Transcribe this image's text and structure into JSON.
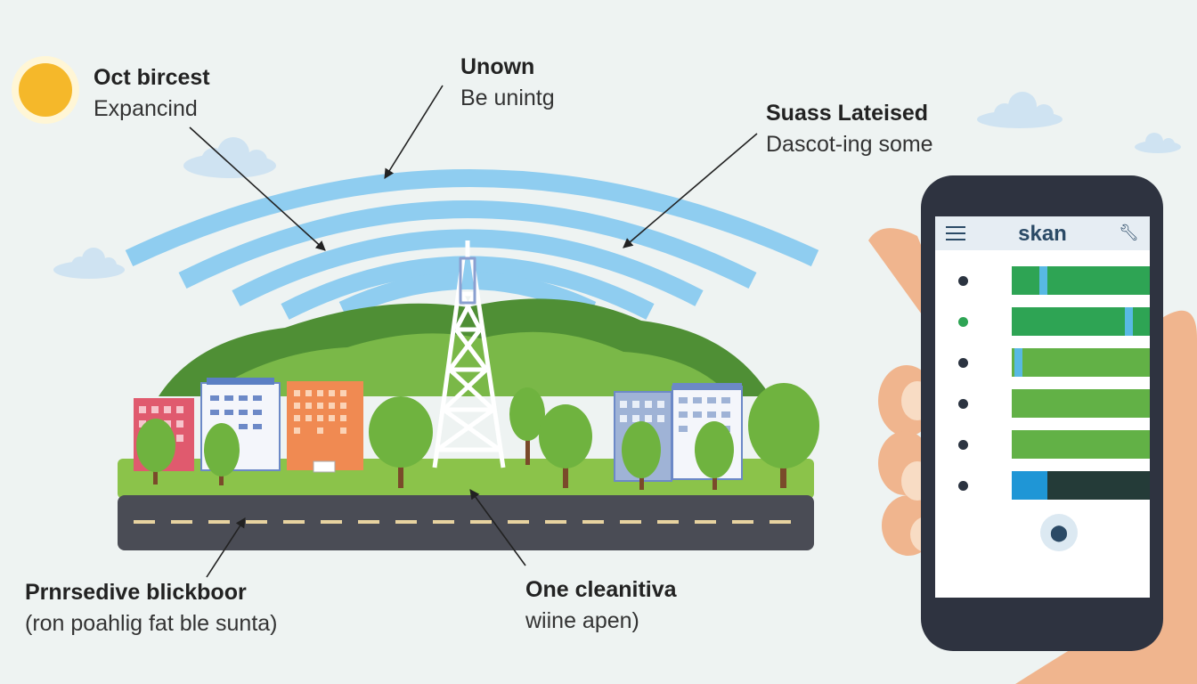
{
  "labels": {
    "top_left": {
      "title": "Oct bircest",
      "subtitle": "Expancind"
    },
    "top_center": {
      "title": "Unown",
      "subtitle": "Be unintg"
    },
    "top_right": {
      "title": "Suass Lateised",
      "subtitle": "Dascot-ing some"
    },
    "bottom_left": {
      "title": "Prnrsedive blickboor",
      "subtitle": "(ron poahlig fat ble sunta)"
    },
    "bottom_center": {
      "title": "One cleanitiva",
      "subtitle": "wiine apen)"
    }
  },
  "phone": {
    "app_title": "skan",
    "menu_icon": "hamburger-menu-icon",
    "tool_icon": "wrench-icon",
    "bottom_icon": "microphone-icon",
    "list": [
      {
        "dot_color": "#2b3340",
        "bar_color": "#2ea454",
        "marker_color": "#58b9e3",
        "marker_pos": 0.2
      },
      {
        "dot_color": "#2ea454",
        "bar_color": "#2ea454",
        "marker_color": "#58b9e3",
        "marker_pos": 0.82
      },
      {
        "dot_color": "#2b3340",
        "bar_color": "#62b146",
        "marker_color": "#58b9e3",
        "marker_pos": 0.02
      },
      {
        "dot_color": "#2b3340",
        "bar_color": "#62b146",
        "marker_color": null,
        "marker_pos": null
      },
      {
        "dot_color": "#2b3340",
        "bar_color": "#62b146",
        "marker_color": null,
        "marker_pos": null
      },
      {
        "dot_color": "#2b3340",
        "bar_color": "#243b38",
        "marker_color": "#1f96d6",
        "marker_pos": 0.0
      }
    ]
  },
  "colors": {
    "background": "#eef3f2",
    "signal_waves": "#8fcdf0",
    "hills": "#5a9a3a",
    "road": "#4a4c55",
    "sun": "#f5b82a",
    "phone_body": "#2e3340",
    "hand": "#f0b58e"
  },
  "icons": [
    "sun-icon",
    "cloud-icon",
    "cell-tower-icon",
    "tree-icon",
    "building-icon",
    "smartphone-icon",
    "hand-icon"
  ]
}
